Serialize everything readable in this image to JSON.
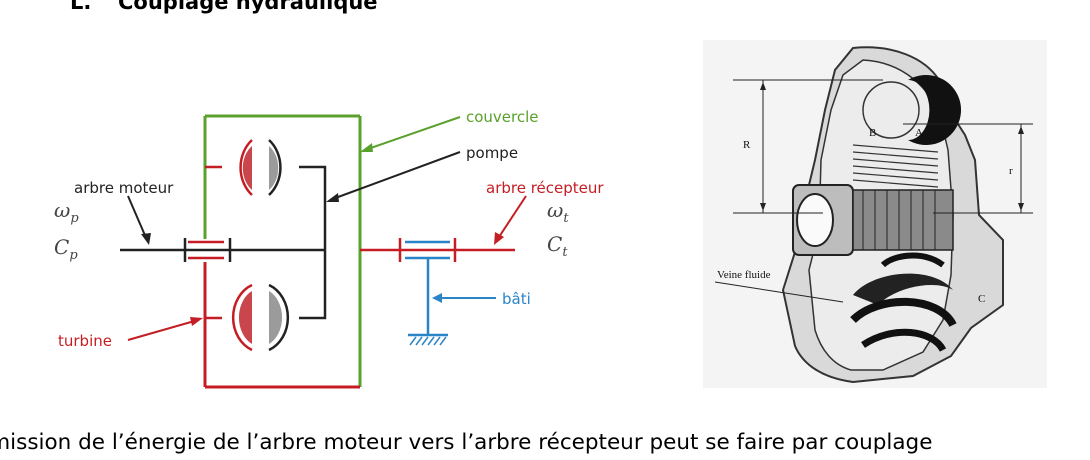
{
  "section": {
    "number": "L.",
    "title": "Couplage hydraulique"
  },
  "diagram": {
    "labels": {
      "couvercle": "couvercle",
      "pompe": "pompe",
      "arbre_moteur": "arbre moteur",
      "arbre_recepteur": "arbre récepteur",
      "bati": "bâti",
      "turbine": "turbine"
    },
    "symbols": {
      "omega_p": {
        "base": "ω",
        "sub": "p"
      },
      "C_p": {
        "base": "C",
        "sub": "p"
      },
      "omega_t": {
        "base": "ω",
        "sub": "t"
      },
      "C_t": {
        "base": "C",
        "sub": "t"
      }
    },
    "colors": {
      "green": "#5aa02c",
      "red": "#c41e24",
      "blue": "#2a85c8",
      "black": "#222222",
      "turbine_fill": "#c8464c",
      "pump_fill": "#9b9b9b"
    }
  },
  "photo": {
    "labels": {
      "R": "R",
      "r": "r",
      "B": "B",
      "A": "A",
      "C": "C",
      "veine": "Veine fluide"
    }
  },
  "paragraph": "smission de l’énergie de l’arbre moteur vers l’arbre récepteur peut se faire par couplage"
}
